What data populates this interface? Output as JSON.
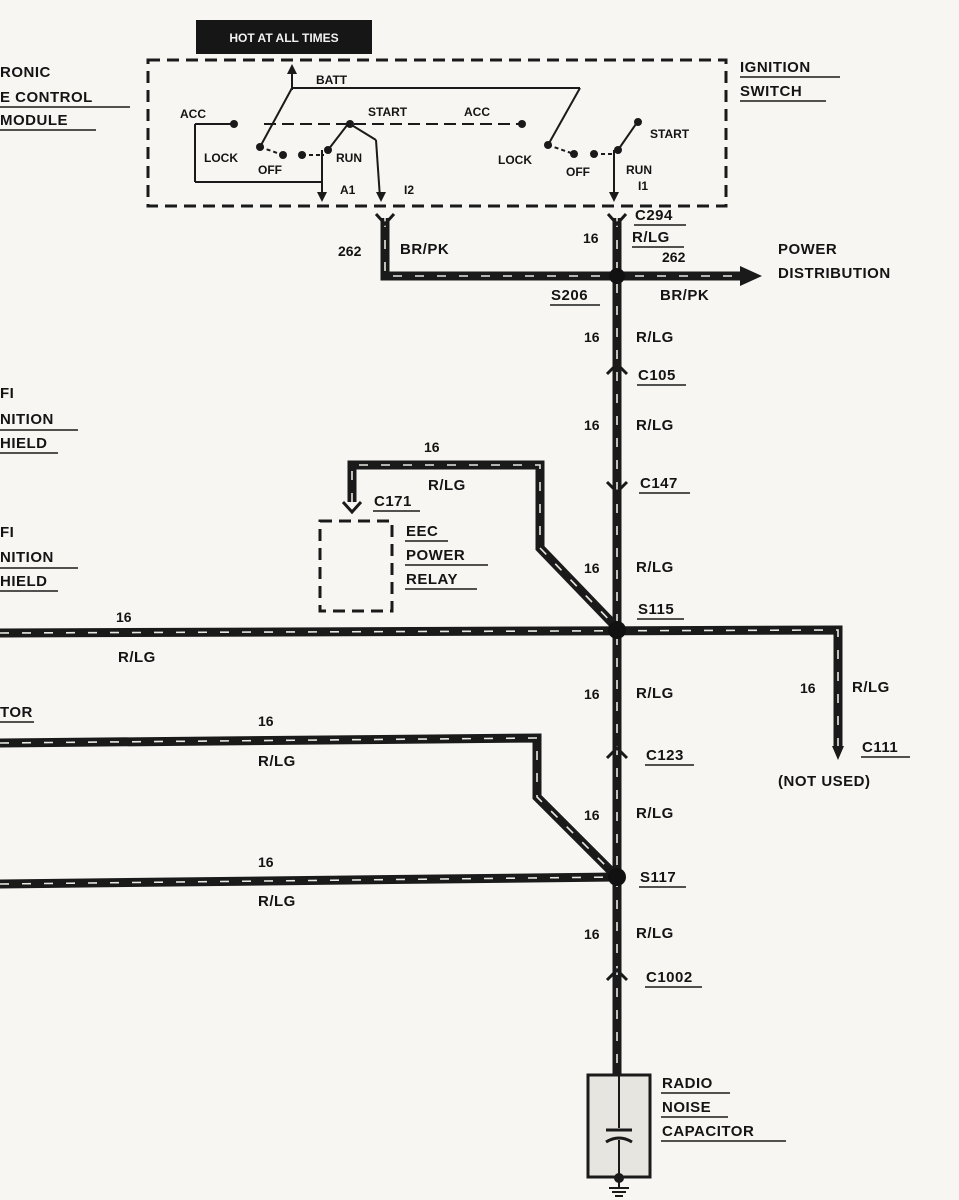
{
  "hot_at_all_times": "HOT AT ALL TIMES",
  "left_labels": {
    "module_l1": "RONIC",
    "module_l2": "E CONTROL",
    "module_l3": "MODULE",
    "efi1_l1": "FI",
    "efi1_l2": "NITION",
    "efi1_l3": "HIELD",
    "efi2_l1": "FI",
    "efi2_l2": "NITION",
    "efi2_l3": "HIELD",
    "tor": "TOR"
  },
  "ignition_switch": {
    "title_l1": "IGNITION",
    "title_l2": "SWITCH",
    "batt": "BATT",
    "acc_left": "ACC",
    "start_left": "START",
    "lock_left": "LOCK",
    "off_left": "OFF",
    "run_left": "RUN",
    "a1": "A1",
    "i2": "I2",
    "acc_right": "ACC",
    "start_right": "START",
    "lock_right": "LOCK",
    "off_right": "OFF",
    "run_right": "RUN",
    "i1": "I1"
  },
  "connectors": {
    "c294": "C294",
    "s206": "S206",
    "c105": "C105",
    "c147": "C147",
    "c171": "C171",
    "s115": "S115",
    "c123": "C123",
    "s117": "S117",
    "c1002": "C1002",
    "c111": "C111",
    "not_used": "(NOT USED)"
  },
  "wires": {
    "w262_left_gauge": "262",
    "w262_left_color": "BR/PK",
    "w262_right_gauge": "262",
    "w262_right_color": "BR/PK",
    "main_gauge": "16",
    "main_color": "R/LG",
    "relay_gauge": "16",
    "relay_color": "R/LG",
    "left1_gauge": "16",
    "left1_color": "R/LG",
    "left2_gauge": "16",
    "left2_color": "R/LG",
    "left3_gauge": "16",
    "left3_color": "R/LG",
    "c111_gauge": "16",
    "c111_color": "R/LG"
  },
  "components": {
    "power_l1": "POWER",
    "power_l2": "DISTRIBUTION",
    "eec_l1": "EEC",
    "eec_l2": "POWER",
    "eec_l3": "RELAY",
    "radio_l1": "RADIO",
    "radio_l2": "NOISE",
    "radio_l3": "CAPACITOR"
  }
}
